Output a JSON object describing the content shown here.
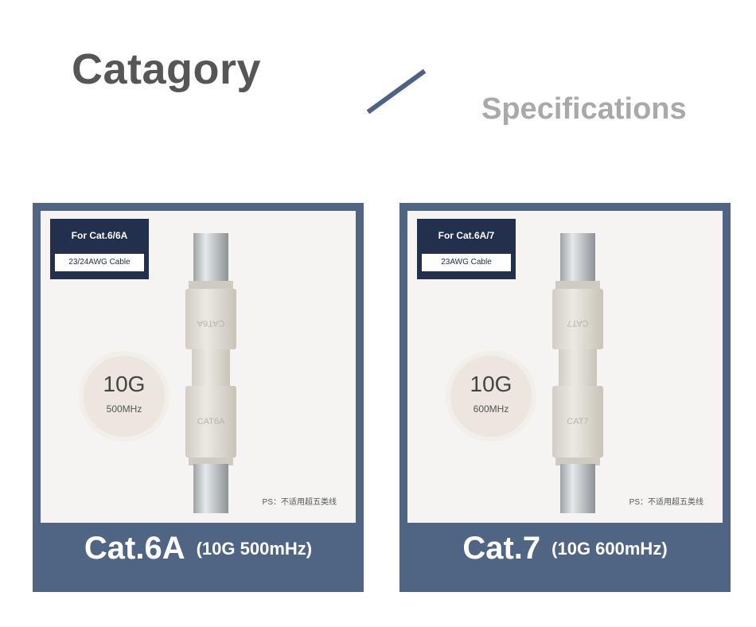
{
  "header": {
    "title": "Catagory",
    "subtitle": "Specifications"
  },
  "cards": [
    {
      "badge_top": "For Cat.6/6A",
      "badge_bottom": "23/24AWG Cable",
      "speed": "10G",
      "frequency": "500MHz",
      "ps_note": "PS：不适用超五类线",
      "connector_label": "CAT6A",
      "name": "Cat.6A",
      "spec": "(10G 500mHz)"
    },
    {
      "badge_top": "For Cat.6A/7",
      "badge_bottom": "23AWG Cable",
      "speed": "10G",
      "frequency": "600MHz",
      "ps_note": "PS：不适用超五类线",
      "connector_label": "CAT7",
      "name": "Cat.7",
      "spec": "(10G 600mHz)"
    }
  ],
  "colors": {
    "card_frame": "#506584",
    "badge_bg": "#22304e",
    "slash": "#4e6384"
  }
}
